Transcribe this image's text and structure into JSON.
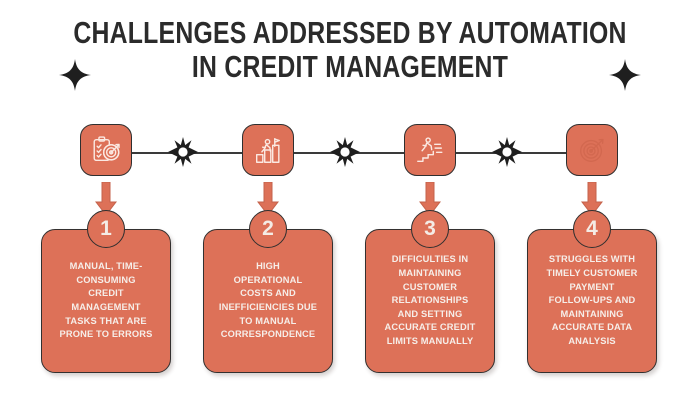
{
  "theme": {
    "background": "#ffffff",
    "accent": "#dd7158",
    "outline": "#2f2f2f",
    "title_color": "#2b2b2b",
    "card_text_color": "#f6eee9"
  },
  "header": {
    "title_line_1": "CHALLENGES ADDRESSED BY AUTOMATION",
    "title_line_2": "IN CREDIT MANAGEMENT"
  },
  "decorations": {
    "sparkle_left": "sparkle-star",
    "sparkle_right": "sparkle-star",
    "connector_nodes": [
      "starburst",
      "starburst",
      "starburst"
    ]
  },
  "steps": [
    {
      "number": "1",
      "icon": "clipboard-target-icon",
      "text": "MANUAL, TIME-\nCONSUMING\nCREDIT\nMANAGEMENT\nTASKS THAT ARE\nPRONE TO ERRORS"
    },
    {
      "number": "2",
      "icon": "person-climbing-bar-chart-flag-icon",
      "text": "HIGH\nOPERATIONAL\nCOSTS AND\nINEFFICIENCIES DUE\nTO MANUAL\nCORRESPONDENCE"
    },
    {
      "number": "3",
      "icon": "person-climbing-stairs-icon",
      "text": "DIFFICULTIES IN\nMAINTAINING\nCUSTOMER\nRELATIONSHIPS\nAND SETTING\nACCURATE CREDIT\nLIMITS MANUALLY"
    },
    {
      "number": "4",
      "icon": "target-arrow-icon",
      "text": "STRUGGLES WITH\nTIMELY CUSTOMER\nPAYMENT\nFOLLOW-UPS AND\nMAINTAINING\nACCURATE DATA\nANALYSIS"
    }
  ]
}
